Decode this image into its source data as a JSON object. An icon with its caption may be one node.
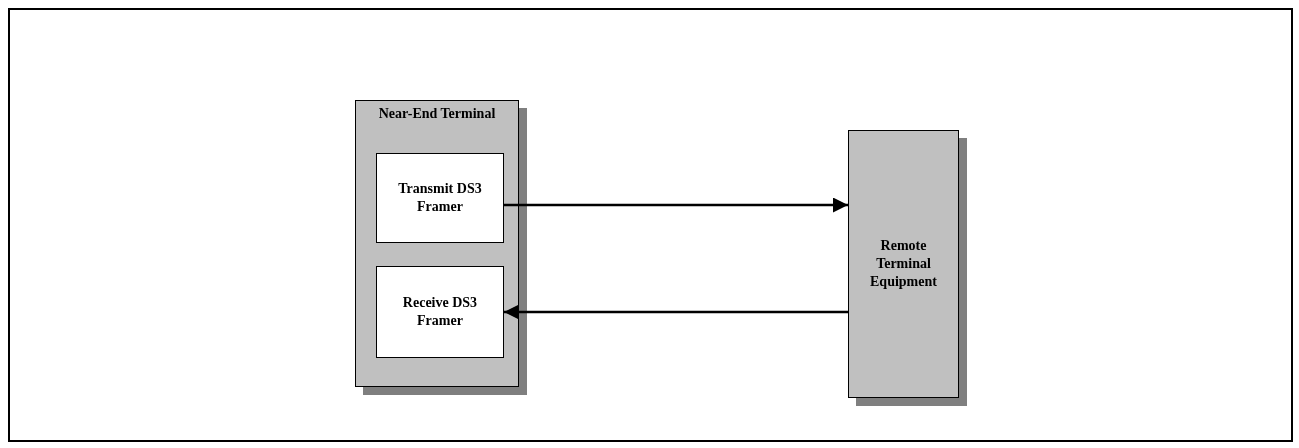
{
  "diagram": {
    "nodes": [
      {
        "text": [
          "Near-End Terminal"
        ]
      },
      {
        "text": [
          "Transmit DS3 Framer"
        ],
        "in": 0
      },
      {
        "text": [
          "Receive DS3 Framer"
        ],
        "in": 0
      },
      {
        "text": [
          "Remote Terminal Equipment"
        ]
      }
    ],
    "edges": [
      {
        "from": 1,
        "to": 3,
        "arrow": "to"
      },
      {
        "from": 3,
        "to": 2,
        "arrow": "to"
      }
    ]
  }
}
